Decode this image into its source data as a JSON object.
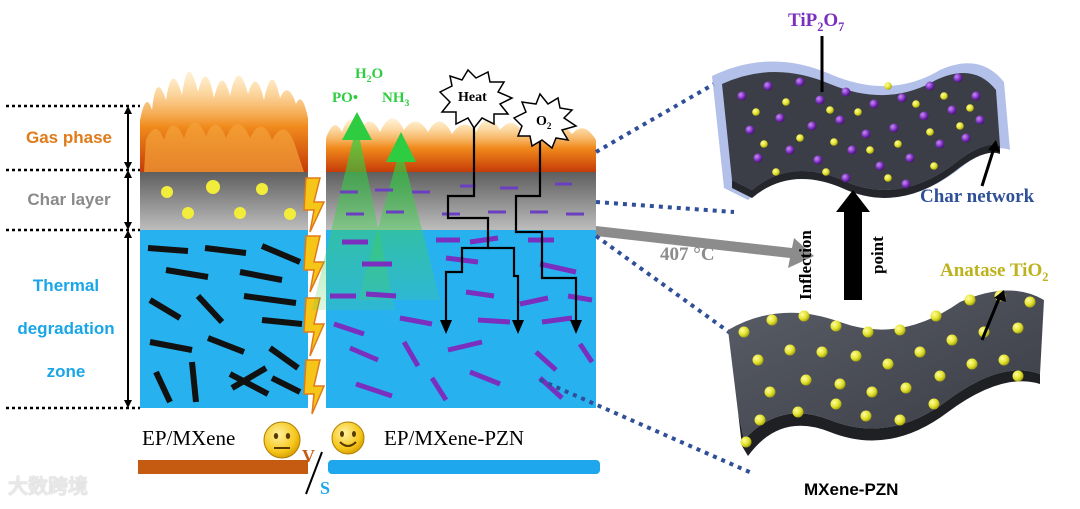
{
  "zones": {
    "gas_phase": "Gas phase",
    "char_layer": "Char layer",
    "thermal_line1": "Thermal",
    "thermal_line2": "degradation",
    "thermal_line3": "zone"
  },
  "gases": {
    "h2o_main": "H",
    "h2o_sub": "2",
    "h2o_end": "O",
    "po": "PO•",
    "nh3_main": "NH",
    "nh3_sub": "3"
  },
  "bursts": {
    "heat": "Heat",
    "o2_main": "O",
    "o2_sub": "2"
  },
  "labels": {
    "ep_mxene": "EP/MXene",
    "ep_mxene_pzn": "EP/MXene-PZN",
    "vs_v": "V",
    "vs_s": "S",
    "temperature": "407 °C",
    "inflection": "Inflection",
    "point": "point",
    "tip2o7_a": "TiP",
    "tip2o7_b": "2",
    "tip2o7_c": "O",
    "tip2o7_d": "7",
    "char_network": "Char network",
    "anatase": "Anatase TiO",
    "anatase_sub": "2",
    "mxene_pzn": "MXene-PZN",
    "watermark": "大数跨境"
  },
  "colors": {
    "gas_phase": "#e07b1a",
    "char_layer": "#8a8a8a",
    "thermal": "#19a6e6",
    "water": "#27b2ef",
    "green_gas": "#2ecc40",
    "purple": "#7b2fbe",
    "yellow": "#e6e22c",
    "bar_orange": "#c55a11",
    "bar_blue": "#1ea7ec",
    "dotted_link": "#2f4f99",
    "temp_arrow": "#8c8c8c"
  }
}
